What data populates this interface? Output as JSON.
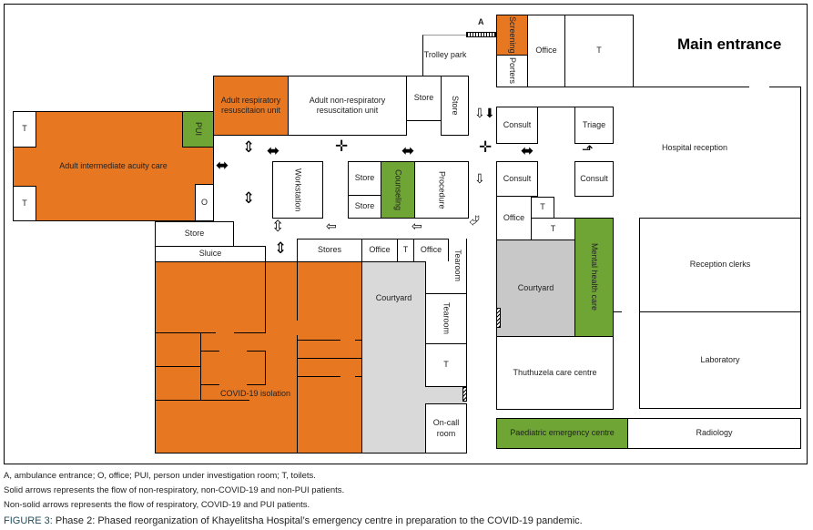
{
  "rooms": {
    "adult_intermediate": "Adult intermediate acuity care",
    "t": "T",
    "pui": "PUI",
    "o": "O",
    "adult_resp": "Adult respiratory resuscitaion unit",
    "adult_nonresp": "Adult non-respiratory resuscitation unit",
    "store": "Store",
    "stores": "Stores",
    "trolley": "Trolley park",
    "a": "A",
    "screening": "Screening",
    "porters": "Porters",
    "office": "Office",
    "main_entrance": "Main entrance",
    "consult": "Consult",
    "triage": "Triage",
    "hospital_reception": "Hospital reception",
    "workstation": "Workstation",
    "counseling": "Counseling",
    "procedure": "Procedure",
    "sluice": "Sluice",
    "tearoom": "Tearoom",
    "courtyard": "Courtyard",
    "covid": "COVID-19 isolation",
    "oncall": "On-call room",
    "mental": "Mental health care",
    "thuthuzela": "Thuthuzela care centre",
    "reception_clerks": "Reception clerks",
    "laboratory": "Laboratory",
    "paediatric": "Paediatric emergency centre",
    "radiology": "Radiology"
  },
  "colors": {
    "respiratory": "#e87722",
    "non_covid": "#6fa535",
    "courtyard": "#c8c8c8"
  },
  "legend": [
    "A, ambulance entrance; O, office; PUI, person under investigation room; T, toilets.",
    "Solid arrows represents the flow of non-respiratory, non-COVID-19 and non-PUI patients.",
    "Non-solid arrows represents the flow of respiratory, COVID-19 and PUI patients."
  ],
  "caption": {
    "label": "FIGURE 3:",
    "text": " Phase 2: Phased reorganization of Khayelitsha Hospital’s emergency centre in preparation to the COVID-19 pandemic."
  }
}
